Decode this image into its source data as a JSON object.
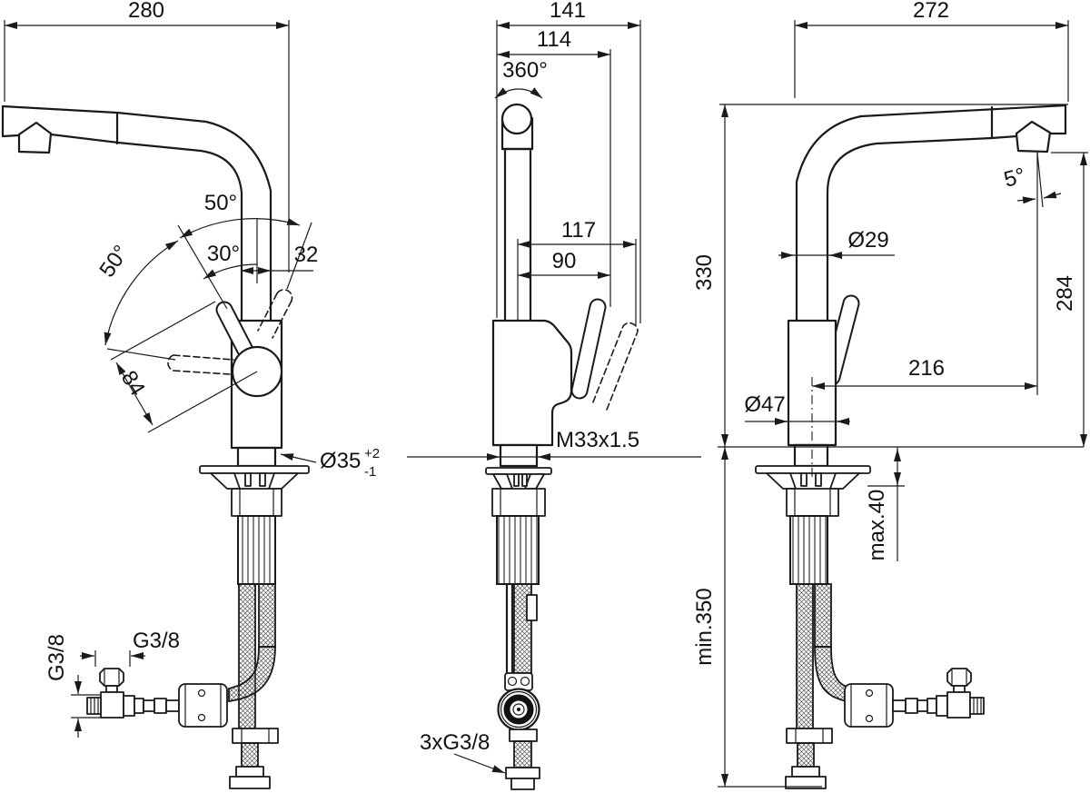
{
  "drawing": {
    "description": "Kitchen mixer tap technical dimension drawing, three views",
    "line_color": "#1a1a1a",
    "background": "#ffffff",
    "left_view": {
      "name": "side view, spout left",
      "dims": {
        "spout_reach": "280",
        "spout_swivel_upper": "50°",
        "handle_swivel_lower": "50°",
        "handle_tilt": "30°",
        "pipe_width": "32",
        "handle_length": "84",
        "hole_dia": "Ø35",
        "hole_tol_plus": "+2",
        "hole_tol_minus": "-1",
        "inlet_thread_vertical": "G3/8",
        "inlet_thread_horizontal": "G3/8"
      }
    },
    "front_view": {
      "name": "front view",
      "dims": {
        "overall_width": "141",
        "handle_width": "114",
        "spout_rotation": "360°",
        "handle_reach_open": "117",
        "handle_reach_closed": "90",
        "mount_thread": "M33x1.5",
        "hose_threads": "3xG3/8"
      }
    },
    "right_view": {
      "name": "side view, spout right",
      "dims": {
        "spout_reach": "272",
        "spout_height": "330",
        "spray_angle": "5°",
        "spout_dia": "Ø29",
        "outlet_height": "284",
        "outlet_offset": "216",
        "body_dia": "Ø47",
        "deck_thickness": "max.40",
        "clearance_below": "min.350"
      }
    }
  }
}
